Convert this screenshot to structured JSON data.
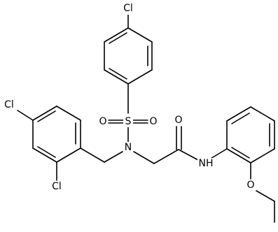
{
  "molecule": {
    "atoms": {
      "cl_top": "Cl",
      "cl_left": "Cl",
      "cl_bottom": "Cl",
      "sulfur": "S",
      "oxygen_sulfonyl_left": "O",
      "oxygen_sulfonyl_right": "O",
      "nitrogen_sulfonamide": "N",
      "oxygen_carbonyl": "O",
      "nitrogen_amide": "NH",
      "oxygen_ether": "O"
    }
  }
}
